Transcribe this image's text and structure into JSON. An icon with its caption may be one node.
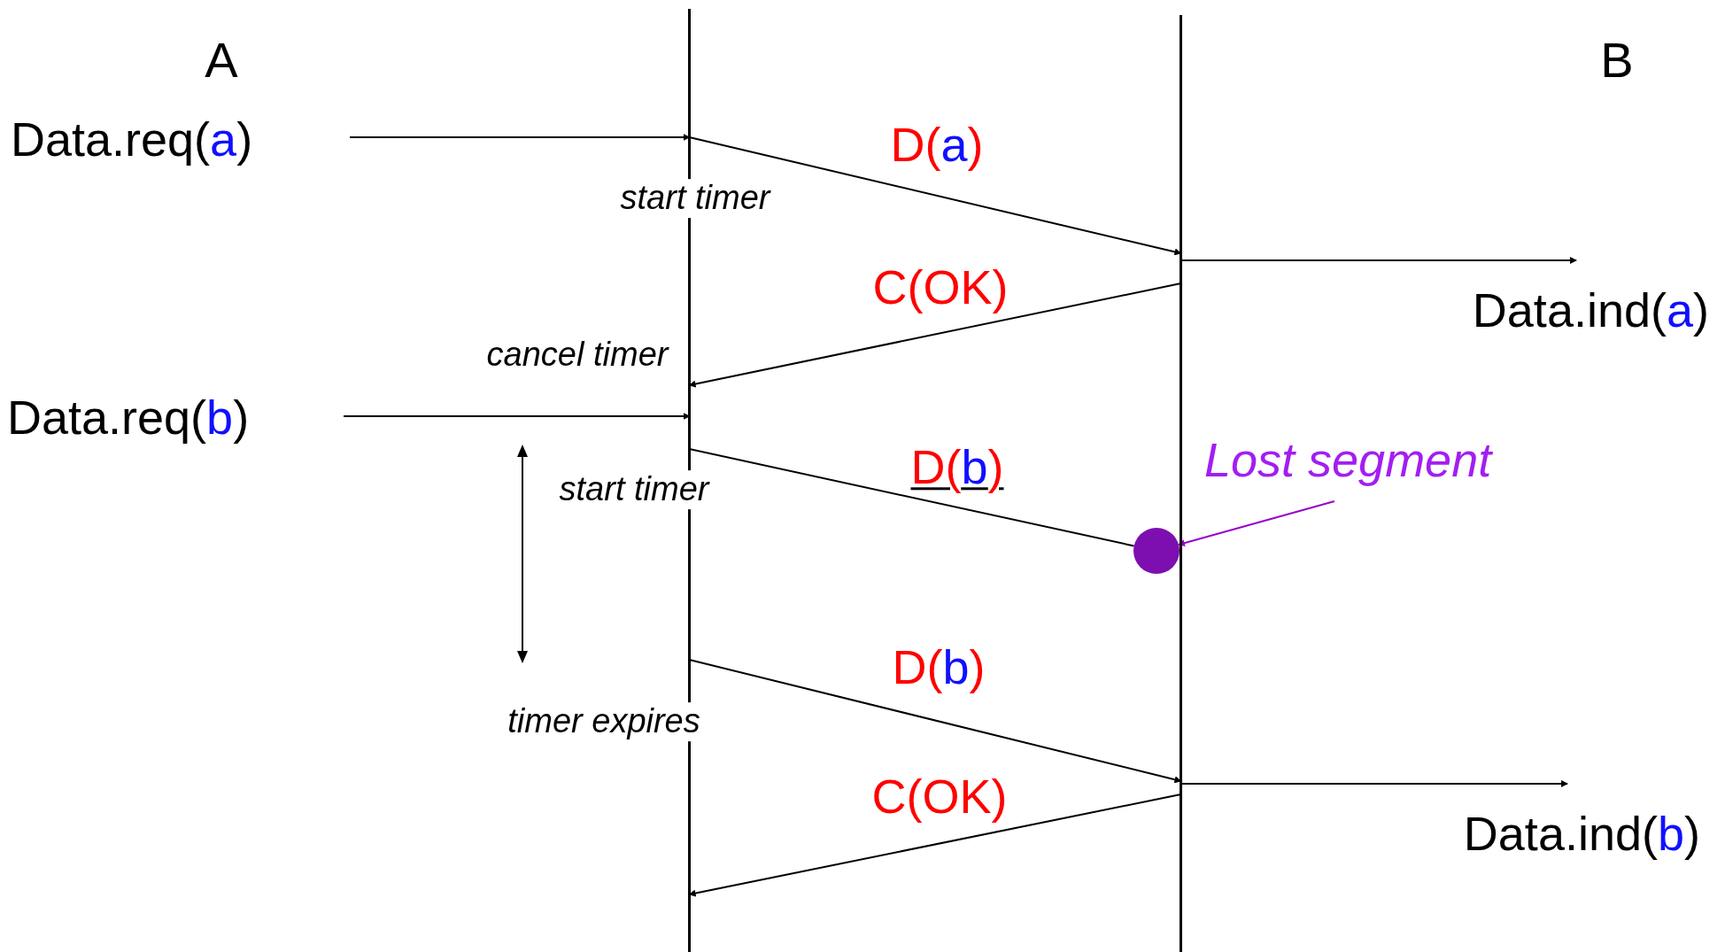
{
  "diagram": {
    "nodes": [
      {
        "text": [],
        "shape": "line"
      },
      {
        "text": [],
        "shape": "line"
      },
      {
        "text": [
          "Data.req(a)"
        ]
      },
      {
        "text": [
          "Data.ind(a)"
        ]
      },
      {
        "text": [
          "Data.req(b)"
        ]
      },
      {
        "text": [
          "Lost segment"
        ]
      },
      {
        "text": [],
        "shape": "circle"
      },
      {
        "text": [
          "Data.ind(b)"
        ]
      }
    ],
    "edges": [
      {
        "from": 2,
        "to": 0,
        "arrow": "to"
      },
      {
        "from": 0,
        "to": 1,
        "arrow": "to",
        "label": "D(a)"
      },
      {
        "from": 1,
        "to": 3,
        "arrow": "to"
      },
      {
        "from": 1,
        "to": 0,
        "arrow": "to",
        "label": "C(OK)"
      },
      {
        "from": 4,
        "to": 0,
        "arrow": "to"
      },
      {
        "from": 0,
        "to": 6,
        "arrow": "none",
        "label": "D(b)"
      },
      {
        "from": 5,
        "to": 6,
        "arrow": "to",
        "color": "#9900cc"
      },
      {
        "from": 0,
        "to": 1,
        "arrow": "to",
        "label": "D(b)"
      },
      {
        "from": 1,
        "to": 7,
        "arrow": "to"
      },
      {
        "from": 1,
        "to": 0,
        "arrow": "to",
        "label": "C(OK)"
      }
    ],
    "labels": [
      "A",
      "B",
      "start timer",
      "cancel timer",
      "start timer",
      "timer expires"
    ]
  }
}
